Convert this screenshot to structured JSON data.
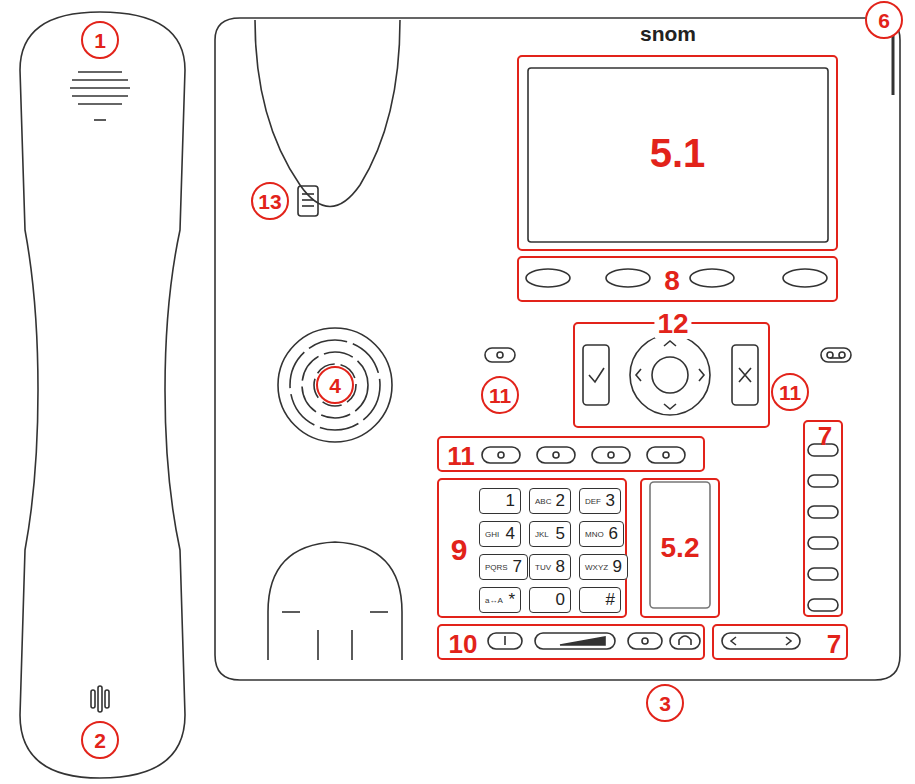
{
  "diagram": {
    "nodes": [
      {
        "text": [
          "1"
        ]
      },
      {
        "text": [
          "2"
        ]
      },
      {
        "text": [
          "6"
        ]
      },
      {
        "text": [
          "5.1"
        ]
      },
      {
        "text": [
          "13"
        ]
      },
      {
        "text": [
          "8"
        ]
      },
      {
        "text": [
          "4"
        ]
      },
      {
        "text": [
          "11"
        ]
      },
      {
        "text": [
          "12"
        ]
      },
      {
        "text": [
          "11"
        ]
      },
      {
        "text": [
          "11"
        ]
      },
      {
        "text": [
          "9"
        ]
      },
      {
        "text": [
          "1"
        ],
        "in": 11
      },
      {
        "text": [
          "ABC",
          "2"
        ],
        "in": 11
      },
      {
        "text": [
          "DEF",
          "3"
        ],
        "in": 11
      },
      {
        "text": [
          "GHI",
          "4"
        ],
        "in": 11
      },
      {
        "text": [
          "JKL",
          "5"
        ],
        "in": 11
      },
      {
        "text": [
          "MNO",
          "6"
        ],
        "in": 11
      },
      {
        "text": [
          "PQRS",
          "7"
        ],
        "in": 11
      },
      {
        "text": [
          "TUV",
          "8"
        ],
        "in": 11
      },
      {
        "text": [
          "WXYZ",
          "9"
        ],
        "in": 11
      },
      {
        "text": [
          "a↔A",
          "*"
        ],
        "in": 11
      },
      {
        "text": [
          "0"
        ],
        "in": 11
      },
      {
        "text": [
          "#"
        ],
        "in": 11
      },
      {
        "text": [
          "5.2"
        ]
      },
      {
        "text": [
          "7"
        ]
      },
      {
        "text": [
          "10"
        ]
      },
      {
        "text": [
          "7"
        ]
      },
      {
        "text": [
          "3"
        ]
      }
    ],
    "labels": [
      "snom"
    ]
  }
}
